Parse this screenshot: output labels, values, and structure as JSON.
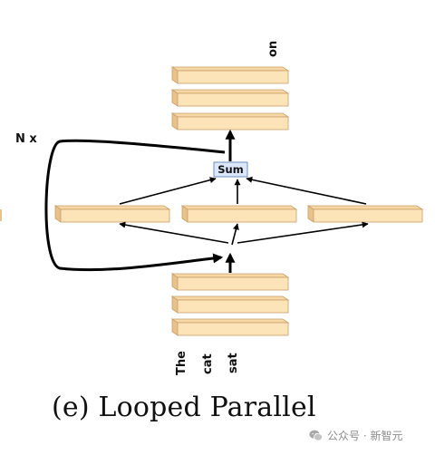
{
  "diagram": {
    "caption": "(e) Looped Parallel",
    "loop_label": "N x",
    "sum_label": "Sum",
    "input_tokens": [
      "The",
      "cat",
      "sat"
    ],
    "output_token": "on",
    "colors": {
      "block_face": "#fde3b8",
      "block_side": "#e9c28b",
      "block_border": "#c9a06a",
      "sum_fill": "#dbe8fb",
      "sum_border": "#6c8ebf",
      "arrow": "#000000"
    }
  },
  "watermark": {
    "text": "公众号 · 新智元",
    "icon": "wechat-icon"
  }
}
